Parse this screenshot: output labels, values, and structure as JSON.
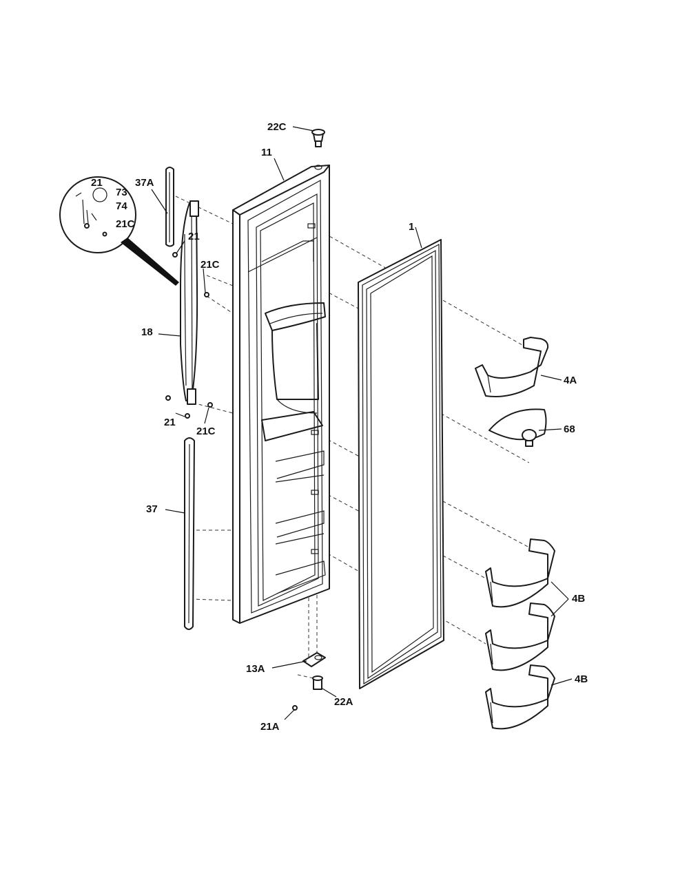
{
  "diagram": {
    "labels": {
      "l22C": "22C",
      "l11": "11",
      "l1": "1",
      "l37A": "37A",
      "l21_top": "21",
      "l21C_upper": "21C",
      "l18": "18",
      "l21_lower": "21",
      "l21C_lower": "21C",
      "l37": "37",
      "l4A": "4A",
      "l68": "68",
      "l4B_pair": "4B",
      "l4B_single": "4B",
      "l13A": "13A",
      "l22A": "22A",
      "l21A": "21A",
      "inset_21": "21",
      "inset_73": "73",
      "inset_74": "74",
      "inset_21C": "21C"
    }
  }
}
